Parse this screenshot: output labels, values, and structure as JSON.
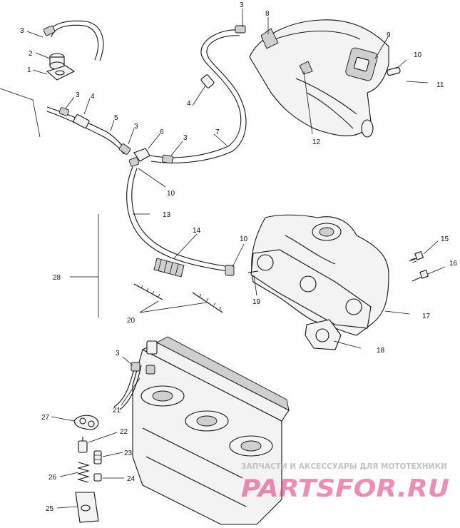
{
  "callouts": [
    {
      "id": "c3a",
      "text": "3"
    },
    {
      "id": "c2",
      "text": "2"
    },
    {
      "id": "c1",
      "text": "1"
    },
    {
      "id": "c3b",
      "text": "3"
    },
    {
      "id": "c4a",
      "text": "4"
    },
    {
      "id": "c5",
      "text": "5"
    },
    {
      "id": "c3c",
      "text": "3"
    },
    {
      "id": "c6",
      "text": "6"
    },
    {
      "id": "c3d",
      "text": "3"
    },
    {
      "id": "c3e",
      "text": "3"
    },
    {
      "id": "c8",
      "text": "8"
    },
    {
      "id": "c4b",
      "text": "4"
    },
    {
      "id": "c7",
      "text": "7"
    },
    {
      "id": "c9",
      "text": "9"
    },
    {
      "id": "c10a",
      "text": "10"
    },
    {
      "id": "c11",
      "text": "11"
    },
    {
      "id": "c12",
      "text": "12"
    },
    {
      "id": "c10b",
      "text": "10"
    },
    {
      "id": "c13",
      "text": "13"
    },
    {
      "id": "c14",
      "text": "14"
    },
    {
      "id": "c10c",
      "text": "10"
    },
    {
      "id": "c15",
      "text": "15"
    },
    {
      "id": "c16",
      "text": "16"
    },
    {
      "id": "c17",
      "text": "17"
    },
    {
      "id": "c18",
      "text": "18"
    },
    {
      "id": "c19",
      "text": "19"
    },
    {
      "id": "c28",
      "text": "28"
    },
    {
      "id": "c20",
      "text": "20"
    },
    {
      "id": "c3f",
      "text": "3"
    },
    {
      "id": "c21",
      "text": "21"
    },
    {
      "id": "c27",
      "text": "27"
    },
    {
      "id": "c22",
      "text": "22"
    },
    {
      "id": "c23",
      "text": "23"
    },
    {
      "id": "c26",
      "text": "26"
    },
    {
      "id": "c24",
      "text": "24"
    },
    {
      "id": "c25",
      "text": "25"
    }
  ],
  "watermark": {
    "tagline": "ЗАПЧАСТИ И АКСЕССУАРЫ ДЛЯ МОТОТЕХНИКИ",
    "logo": "PARTSFOR.RU",
    "logo_color": "#e0307a"
  }
}
